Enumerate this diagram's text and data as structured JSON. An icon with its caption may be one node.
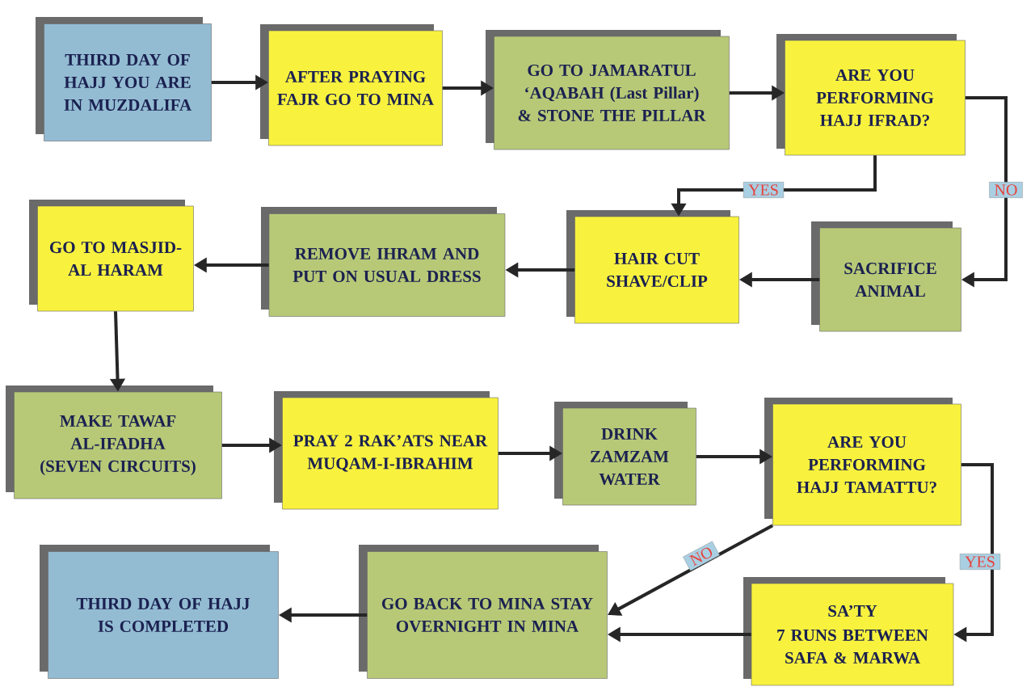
{
  "diagram": {
    "nodes": [
      {
        "text": [
          "THIRD DAY OF HAJJ YOU ARE IN MUZDALIFA"
        ]
      },
      {
        "text": [
          "AFTER PRAYING FAJR GO TO MINA"
        ]
      },
      {
        "text": [
          "GO TO JAMARATUL ‘AQABAH (Last Pillar) & STONE THE PILLAR"
        ]
      },
      {
        "text": [
          "ARE YOU PERFORMING HAJJ IFRAD?"
        ]
      },
      {
        "text": [
          "GO TO MASJID-AL HARAM"
        ]
      },
      {
        "text": [
          "REMOVE IHRAM AND PUT ON USUAL DRESS"
        ]
      },
      {
        "text": [
          "HAIR CUT SHAVE/CLIP"
        ]
      },
      {
        "text": [
          "SACRIFICE ANIMAL"
        ]
      },
      {
        "text": [
          "MAKE TAWAF AL-IFADHA (SEVEN CIRCUITS)"
        ]
      },
      {
        "text": [
          "PRAY 2 RAK’ATS NEAR MUQAM-I-IBRAHIM"
        ]
      },
      {
        "text": [
          "DRINK ZAMZAM WATER"
        ]
      },
      {
        "text": [
          "ARE YOU PERFORMING HAJJ TAMATTU?"
        ]
      },
      {
        "text": [
          "THIRD DAY OF HAJJ IS COMPLETED"
        ]
      },
      {
        "text": [
          "GO BACK TO MINA STAY OVERNIGHT IN MINA"
        ]
      },
      {
        "text": [
          "SA’TY",
          "7 RUNS BETWEEN SAFA & MARWA"
        ]
      }
    ],
    "edges": [
      {
        "from": 0,
        "to": 1,
        "arrow": "to"
      },
      {
        "from": 1,
        "to": 2,
        "arrow": "to"
      },
      {
        "from": 2,
        "to": 3,
        "arrow": "to"
      },
      {
        "from": 3,
        "to": 6,
        "arrow": "to",
        "label": "YES"
      },
      {
        "from": 3,
        "to": 7,
        "arrow": "to",
        "label": "NO"
      },
      {
        "from": 7,
        "to": 6,
        "arrow": "to"
      },
      {
        "from": 6,
        "to": 5,
        "arrow": "to"
      },
      {
        "from": 5,
        "to": 4,
        "arrow": "to"
      },
      {
        "from": 4,
        "to": 8,
        "arrow": "to"
      },
      {
        "from": 8,
        "to": 9,
        "arrow": "to"
      },
      {
        "from": 9,
        "to": 10,
        "arrow": "to"
      },
      {
        "from": 10,
        "to": 11,
        "arrow": "to"
      },
      {
        "from": 11,
        "to": 13,
        "arrow": "to",
        "label": "NO"
      },
      {
        "from": 11,
        "to": 14,
        "arrow": "to",
        "label": "YES"
      },
      {
        "from": 14,
        "to": 13,
        "arrow": "to"
      },
      {
        "from": 13,
        "to": 12,
        "arrow": "to"
      }
    ]
  }
}
